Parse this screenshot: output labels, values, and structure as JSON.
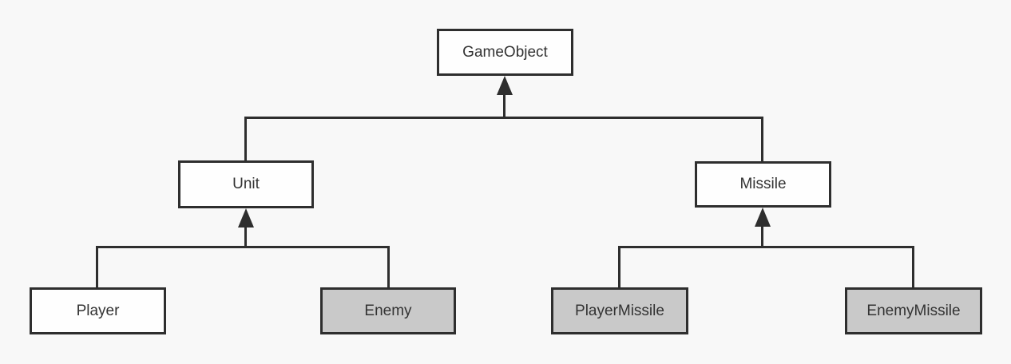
{
  "diagram": {
    "type": "class-inheritance-diagram",
    "colors": {
      "background": "#f8f8f8",
      "border": "#2e2e2e",
      "connector": "#2e2e2e",
      "text": "#333333",
      "node_fill_white": "#fefefe",
      "node_fill_gray": "#c9c9c9"
    },
    "nodes": {
      "gameobject": {
        "label": "GameObject",
        "fill": "#fefefe"
      },
      "unit": {
        "label": "Unit",
        "fill": "#fefefe"
      },
      "missile": {
        "label": "Missile",
        "fill": "#fefefe"
      },
      "player": {
        "label": "Player",
        "fill": "#fefefe"
      },
      "enemy": {
        "label": "Enemy",
        "fill": "#c9c9c9"
      },
      "playermissile": {
        "label": "PlayerMissile",
        "fill": "#c9c9c9"
      },
      "enemymissile": {
        "label": "EnemyMissile",
        "fill": "#c9c9c9"
      }
    },
    "edges": [
      {
        "from": "unit",
        "to": "gameobject",
        "type": "inheritance"
      },
      {
        "from": "missile",
        "to": "gameobject",
        "type": "inheritance"
      },
      {
        "from": "player",
        "to": "unit",
        "type": "inheritance"
      },
      {
        "from": "enemy",
        "to": "unit",
        "type": "inheritance"
      },
      {
        "from": "playermissile",
        "to": "missile",
        "type": "inheritance"
      },
      {
        "from": "enemymissile",
        "to": "missile",
        "type": "inheritance"
      }
    ]
  }
}
